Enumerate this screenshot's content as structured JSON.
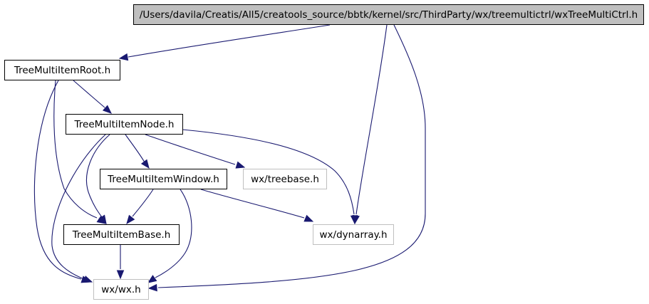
{
  "diagram": {
    "colors": {
      "edge": "#191970",
      "root_fill": "#bfbfbf",
      "root_border": "#000000",
      "documented_border": "#000000",
      "external_border": "#bfbfbf",
      "text": "#000000"
    },
    "nodes": [
      {
        "id": "root",
        "label": "/Users/davila/Creatis/All5/creatools_source/bbtk/kernel/src/ThirdParty/wx/treemultictrl/wxTreeMultiCtrl.h",
        "kind": "root"
      },
      {
        "id": "itemroot",
        "label": "TreeMultiItemRoot.h",
        "kind": "documented"
      },
      {
        "id": "itemnode",
        "label": "TreeMultiItemNode.h",
        "kind": "documented"
      },
      {
        "id": "itemwindow",
        "label": "TreeMultiItemWindow.h",
        "kind": "documented"
      },
      {
        "id": "treebase",
        "label": "wx/treebase.h",
        "kind": "external"
      },
      {
        "id": "itembase",
        "label": "TreeMultiItemBase.h",
        "kind": "documented"
      },
      {
        "id": "dynarray",
        "label": "wx/dynarray.h",
        "kind": "external"
      },
      {
        "id": "wx",
        "label": "wx/wx.h",
        "kind": "external"
      }
    ],
    "edges": [
      {
        "from": "root",
        "to": "itemroot"
      },
      {
        "from": "root",
        "to": "dynarray"
      },
      {
        "from": "root",
        "to": "wx"
      },
      {
        "from": "itemroot",
        "to": "itemnode"
      },
      {
        "from": "itemroot",
        "to": "itembase"
      },
      {
        "from": "itemroot",
        "to": "wx"
      },
      {
        "from": "itemnode",
        "to": "itemwindow"
      },
      {
        "from": "itemnode",
        "to": "treebase"
      },
      {
        "from": "itemnode",
        "to": "dynarray"
      },
      {
        "from": "itemnode",
        "to": "itembase"
      },
      {
        "from": "itemnode",
        "to": "wx"
      },
      {
        "from": "itemwindow",
        "to": "itembase"
      },
      {
        "from": "itemwindow",
        "to": "dynarray"
      },
      {
        "from": "itemwindow",
        "to": "wx"
      },
      {
        "from": "itembase",
        "to": "wx"
      }
    ]
  }
}
